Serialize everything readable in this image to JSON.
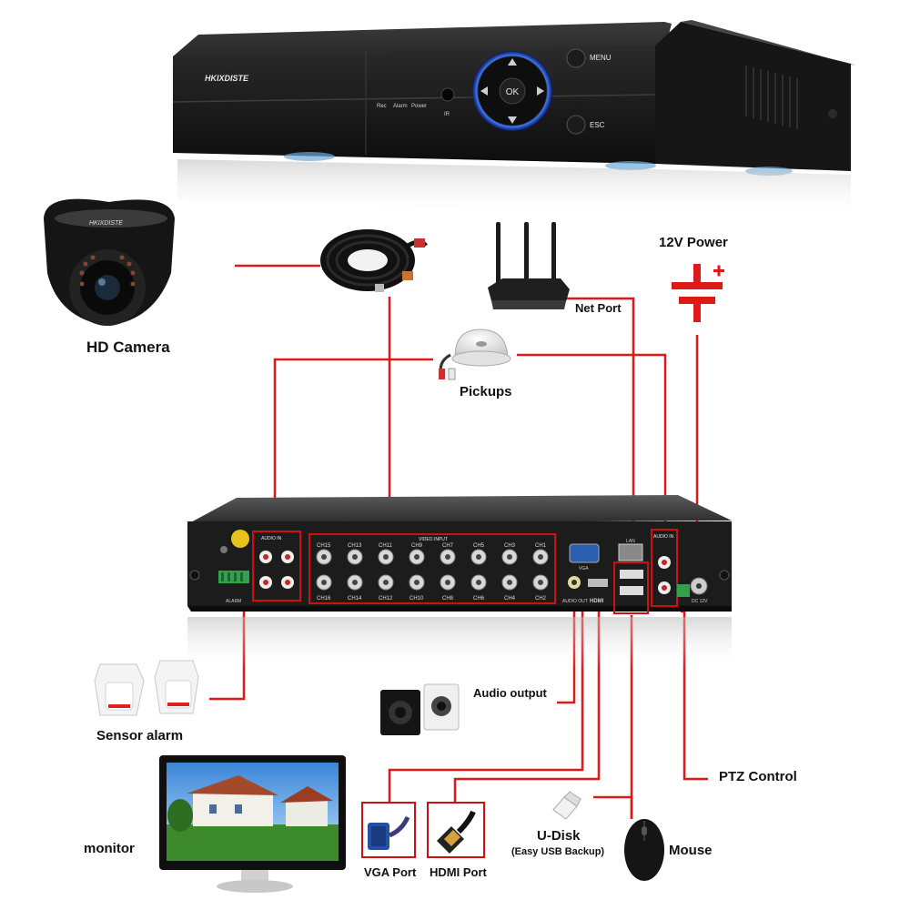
{
  "dvr_front": {
    "brand": "HKIXDISTE",
    "indicators": [
      "Rec",
      "Alarm",
      "Power"
    ],
    "ir_label": "IR",
    "ok_label": "OK",
    "menu_label": "MENU",
    "esc_label": "ESC"
  },
  "camera": {
    "brand": "HKIXDISTE"
  },
  "labels": {
    "hd_camera": "HD Camera",
    "net_port": "Net Port",
    "power": "12V Power",
    "pickups": "Pickups",
    "sensor_alarm": "Sensor alarm",
    "audio_output": "Audio output",
    "ptz_control": "PTZ Control",
    "monitor": "monitor",
    "vga_port": "VGA Port",
    "hdmi_port": "HDMI Port",
    "u_disk": "U-Disk",
    "u_disk_sub": "(Easy USB Backup)",
    "mouse": "Mouse"
  },
  "dvr_back": {
    "audio_in_left": "AUDIO IN",
    "audio_in_right": "AUDIO IN",
    "video_input": "VIDEO INPUT",
    "channels_top": [
      "CH15",
      "CH13",
      "CH11",
      "CH9",
      "CH7",
      "CH5",
      "CH3",
      "CH1"
    ],
    "channels_bottom": [
      "CH16",
      "CH14",
      "CH12",
      "CH10",
      "CH8",
      "CH6",
      "CH4",
      "CH2"
    ],
    "vga": "VGA",
    "audio_out": "AUDIO OUT",
    "hdmi": "HDMI",
    "lan": "LAN",
    "dc": "DC 12V",
    "alarm": "ALARM"
  },
  "colors": {
    "connector_line": "#e01818",
    "box_outline": "#d01010",
    "device_dark": "#1c1c1c"
  }
}
